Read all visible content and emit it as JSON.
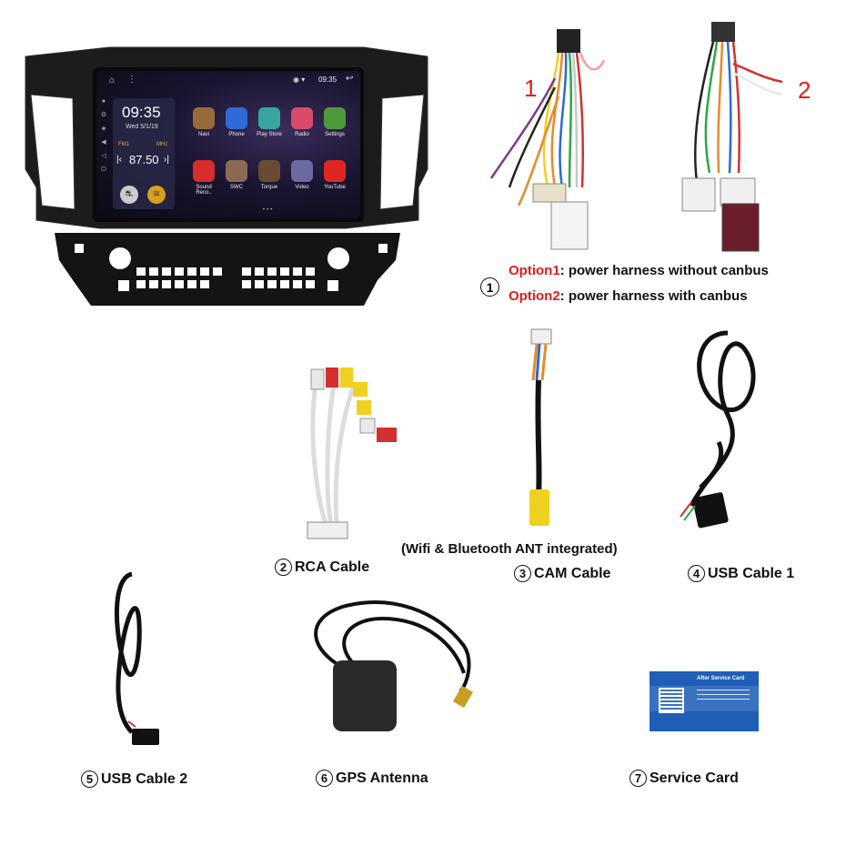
{
  "head_unit": {
    "status_time": "09:35",
    "clock_time": "09:35",
    "clock_date": "Wed 5/1/19",
    "radio_band": "FM1",
    "radio_unit": "MHz",
    "radio_freq": "87.50",
    "apps": [
      {
        "label": "Navi",
        "color": "#9a6b3a"
      },
      {
        "label": "Phone",
        "color": "#2f6ad6"
      },
      {
        "label": "Play Store",
        "color": "#37a6a0"
      },
      {
        "label": "Radio",
        "color": "#d94a6b"
      },
      {
        "label": "Settings",
        "color": "#4e9a3a"
      },
      {
        "label": "Sound Reco..",
        "color": "#d82d2d"
      },
      {
        "label": "SWC",
        "color": "#8a6a55"
      },
      {
        "label": "Torque",
        "color": "#6a4a32"
      },
      {
        "label": "Video",
        "color": "#6a6aa0"
      },
      {
        "label": "YouTube",
        "color": "#e02525"
      }
    ]
  },
  "harness": {
    "number_1": "1",
    "number_2": "2",
    "option_circle": "1",
    "option1_label": "Option1",
    "option1_text": ": power harness without canbus",
    "option2_label": "Option2",
    "option2_text": ": power harness with canbus"
  },
  "items": {
    "rca": {
      "num": "2",
      "label": "RCA Cable"
    },
    "cam_note": "(Wifi & Bluetooth ANT integrated)",
    "cam": {
      "num": "3",
      "label": "CAM Cable"
    },
    "usb1": {
      "num": "4",
      "label": "USB Cable 1"
    },
    "usb2": {
      "num": "5",
      "label": "USB Cable 2"
    },
    "gps": {
      "num": "6",
      "label": "GPS Antenna"
    },
    "card": {
      "num": "7",
      "label": "Service Card"
    }
  },
  "service_card": {
    "title": "After Service Card"
  }
}
